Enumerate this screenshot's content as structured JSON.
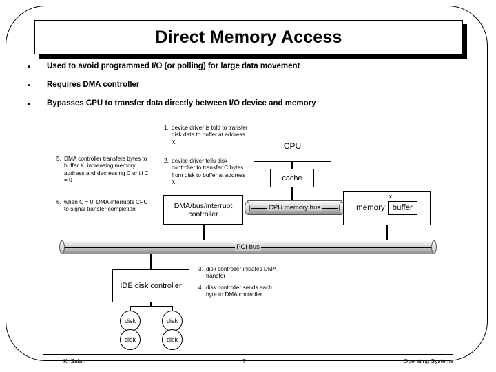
{
  "slide": {
    "title": "Direct Memory Access",
    "bullet_mark": "▪",
    "bullets": [
      "Used to avoid programmed I/O (or polling) for large data movement",
      "Requires DMA controller",
      "Bypasses CPU to transfer data directly between I/O device and memory"
    ]
  },
  "diagram": {
    "boxes": {
      "cpu": "CPU",
      "cache": "cache",
      "dma_controller_line1": "DMA/bus/interrupt",
      "dma_controller_line2": "controller",
      "memory": "memory",
      "buffer": "buffer",
      "buffer_marker": "x",
      "ide": "IDE disk controller",
      "disk": "disk"
    },
    "buses": {
      "cpu_memory_bus": "CPU memory bus",
      "pci_bus": "PCI bus"
    },
    "steps": [
      {
        "num": "1.",
        "text": "device driver is told to transfer disk data to buffer at address X"
      },
      {
        "num": "2.",
        "text": "device driver tells disk controller to transfer C bytes from disk to buffer at address X"
      },
      {
        "num": "3.",
        "text": "disk controller initiates DMA transfer"
      },
      {
        "num": "4.",
        "text": "disk controller sends each byte to DMA controller"
      },
      {
        "num": "5.",
        "text": "DMA controller transfers bytes to buffer X, increasing memory address and decreasing C until C = 0"
      },
      {
        "num": "6.",
        "text": "when C = 0, DMA interrupts CPU to signal transfer completion"
      }
    ]
  },
  "footer": {
    "author": "K. Salah",
    "page": "7",
    "course": "Operating Systems"
  },
  "colors": {
    "background": "#ffffff",
    "ink": "#000000",
    "bus_fill": "#c8c8c8"
  }
}
